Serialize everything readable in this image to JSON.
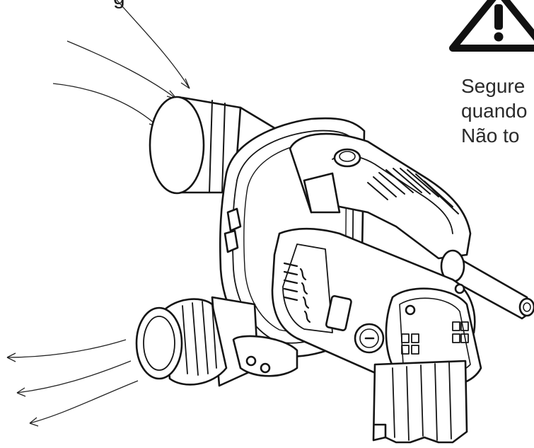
{
  "warning": {
    "icon": "warning-triangle-icon",
    "lines": [
      "Segure",
      "quando",
      "Não to"
    ]
  },
  "top_fragment": "g",
  "illustration": {
    "subject": "leaf-blower-icon",
    "airflow_in": "airflow-in-arrows-icon",
    "airflow_out": "airflow-out-arrows-icon"
  }
}
